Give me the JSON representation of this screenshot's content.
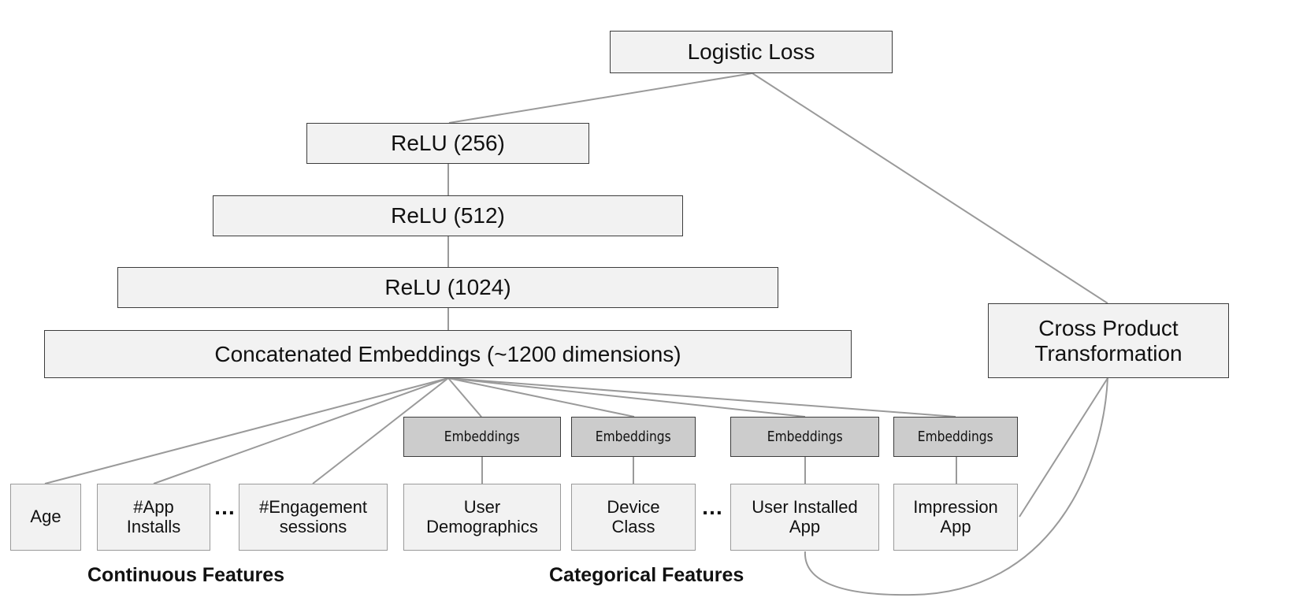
{
  "output": {
    "label": "Logistic Loss"
  },
  "deep": {
    "relu_256": "ReLU (256)",
    "relu_512": "ReLU (512)",
    "relu_1024": "ReLU (1024)",
    "concat": "Concatenated Embeddings (~1200 dimensions)"
  },
  "wide": {
    "cross_product": "Cross Product Transformation"
  },
  "embeddings": [
    "Embeddings",
    "Embeddings",
    "Embeddings",
    "Embeddings"
  ],
  "continuous_features": {
    "age": "Age",
    "app_installs": "#App Installs",
    "engagement_sessions": "#Engagement sessions"
  },
  "categorical_features": {
    "user_demographics": "User Demographics",
    "device_class": "Device Class",
    "user_installed_app": "User Installed App",
    "impression_app": "Impression App"
  },
  "ellipsis": [
    "…",
    "…"
  ],
  "section_labels": {
    "continuous": "Continuous Features",
    "categorical": "Categorical Features"
  }
}
